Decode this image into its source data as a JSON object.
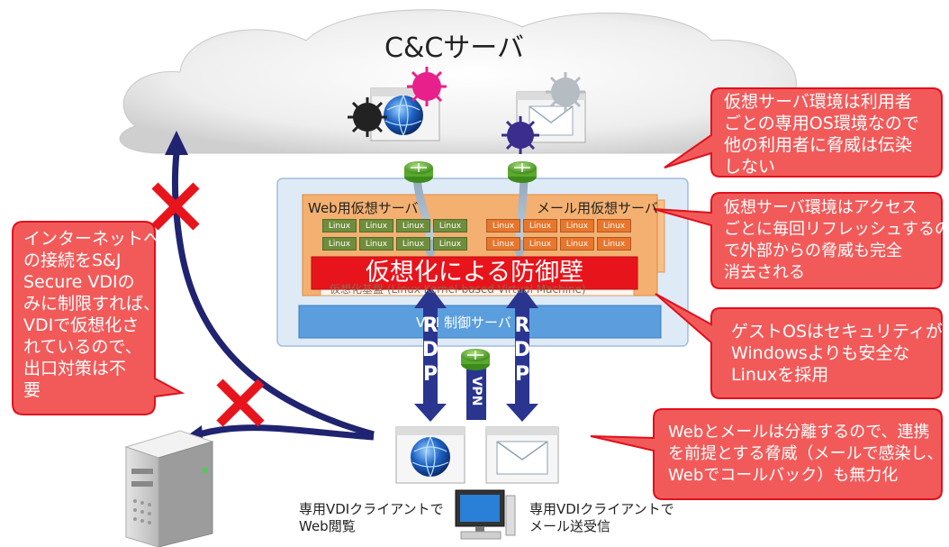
{
  "cloud": {
    "title": "C&Cサーバ"
  },
  "servers": {
    "web_label": "Web用仮想サーバ",
    "mail_label": "メール用仮想サーバ",
    "linux_label": "Linux",
    "barrier_label": "仮想化による防御壁",
    "infra_partial": "仮想化基盤 (Linux Kernel-based Virtual Machine)",
    "vdi_control_partial": "VDI 制御サーバ"
  },
  "connections": {
    "rdp_left": [
      "R",
      "D",
      "P"
    ],
    "rdp_right": [
      "R",
      "D",
      "P"
    ],
    "vpn": "VPN"
  },
  "left_note": {
    "lines": [
      "インターネットへ",
      "の接続をS&J",
      "Secure VDIの",
      "みに制限すれば、",
      "VDIで仮想化さ",
      "れているので、",
      "出口対策は不",
      "要"
    ]
  },
  "callouts": [
    {
      "lines": [
        "仮想サーバ環境は利用者",
        "ごとの専用OS環境なので",
        "他の利用者に脅威は伝染",
        "しない"
      ]
    },
    {
      "lines": [
        "仮想サーバ環境はアクセス",
        "ごとに毎回リフレッシュするの",
        "で外部からの脅威も完全",
        "消去される"
      ]
    },
    {
      "lines": [
        "ゲストOSはセキュリティが",
        "Windowsよりも安全な",
        "Linuxを採用"
      ]
    },
    {
      "lines": [
        "Webとメールは分離するので、連携",
        "を前提とする脅威（メールで感染し、",
        "Webでコールバック）も無力化"
      ]
    }
  ],
  "captions": {
    "web_client": [
      "専用VDIクライアントで",
      "Web閲覧"
    ],
    "mail_client": [
      "専用VDIクライアントで",
      "メール送受信"
    ]
  },
  "colors": {
    "callout_fill": "#f25a5a",
    "callout_border": "#e0101c",
    "navy_arrow": "#1f2370",
    "cross": "#e8141c",
    "barrier": "#e8141c",
    "server_box": "#dce9f7",
    "orange": "#f0a050",
    "vdi_bar": "#4a90d9"
  }
}
